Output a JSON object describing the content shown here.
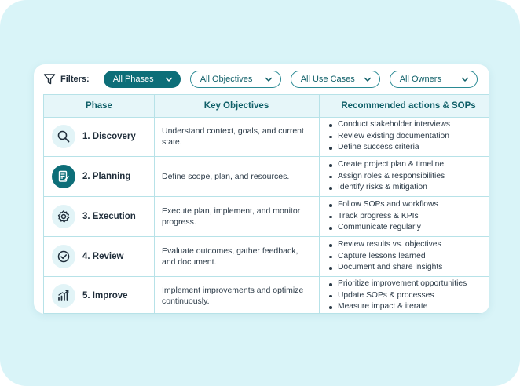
{
  "filters": {
    "label": "Filters:",
    "pills": [
      {
        "label": "All Phases",
        "active": true
      },
      {
        "label": "All Objectives",
        "active": false
      },
      {
        "label": "All Use Cases",
        "active": false
      },
      {
        "label": "All Owners",
        "active": false
      }
    ]
  },
  "table": {
    "headers": [
      "Phase",
      "Key Objectives",
      "Recommended actions & SOPs"
    ],
    "rows": [
      {
        "phase": "1. Discovery",
        "icon": "search-icon",
        "objective": "Understand context, goals, and current state.",
        "actions": [
          "Conduct stakeholder interviews",
          "Review existing documentation",
          "Define success criteria"
        ]
      },
      {
        "phase": "2. Planning",
        "icon": "plan-document-icon",
        "objective": "Define scope, plan, and resources.",
        "actions": [
          "Create project plan & timeline",
          "Assign roles & responsibilities",
          "Identify risks & mitigation"
        ]
      },
      {
        "phase": "3. Execution",
        "icon": "gear-icon",
        "objective": "Execute plan, implement, and monitor progress.",
        "actions": [
          "Follow SOPs and workflows",
          "Track progress & KPIs",
          "Communicate regularly"
        ]
      },
      {
        "phase": "4. Review",
        "icon": "check-circle-icon",
        "objective": "Evaluate outcomes, gather feedback, and document.",
        "actions": [
          "Review results vs. objectives",
          "Capture lessons learned",
          "Document and share insights"
        ]
      },
      {
        "phase": "5. Improve",
        "icon": "growth-chart-icon",
        "objective": "Implement improvements and optimize continuously.",
        "actions": [
          "Prioritize improvement opportunities",
          "Update SOPs & processes",
          "Measure impact & iterate"
        ]
      }
    ]
  },
  "colors": {
    "accent": "#0d6e78",
    "header_bg": "#e6f6f9",
    "border": "#b7e2e8",
    "frame_bg": "#d9f4f8"
  }
}
